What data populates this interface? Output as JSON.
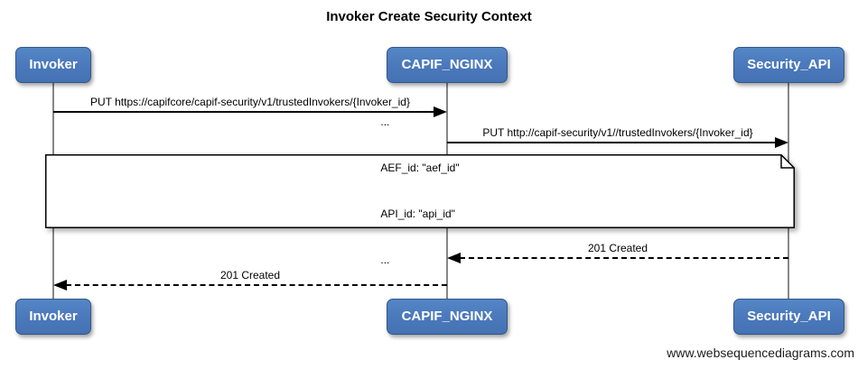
{
  "title": "Invoker Create Security Context",
  "actors": [
    {
      "id": "invoker",
      "label": "Invoker"
    },
    {
      "id": "capif_nginx",
      "label": "CAPIF_NGINX"
    },
    {
      "id": "security_api",
      "label": "Security_API"
    }
  ],
  "messages": [
    {
      "from": "Invoker",
      "to": "CAPIF_NGINX",
      "style": "solid",
      "label": "PUT https://capifcore/capif-security/v1/trustedInvokers/{Invoker_id}"
    },
    {
      "from": "CAPIF_NGINX",
      "to": "Security_API",
      "style": "solid",
      "label": "PUT http://capif-security/v1//trustedInvokers/{Invoker_id}"
    },
    {
      "from": "Security_API",
      "to": "CAPIF_NGINX",
      "style": "dashed",
      "label": "201 Created"
    },
    {
      "from": "CAPIF_NGINX",
      "to": "Invoker",
      "style": "dashed",
      "label": "201 Created"
    }
  ],
  "note": {
    "lines": [
      "...",
      "AEF_id: \"aef_id\"",
      "API_id: \"api_id\"",
      "..."
    ]
  },
  "watermark": "www.websequencediagrams.com",
  "colors": {
    "actor_fill": "#4a78bb",
    "actor_fill_light": "#5486c5",
    "actor_fill_dark": "#4472b2",
    "actor_border": "#33568c",
    "lifeline": "#878787",
    "arrow": "#000000"
  }
}
